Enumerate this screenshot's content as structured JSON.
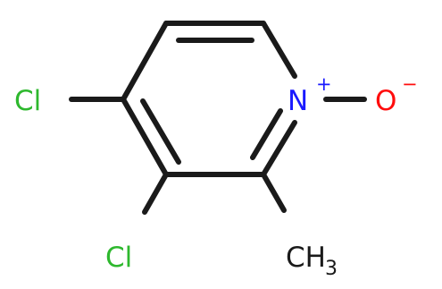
{
  "molecule": {
    "atoms": {
      "cl_top": {
        "symbol": "Cl",
        "color": "#2eb82e"
      },
      "cl_bottom": {
        "symbol": "Cl",
        "color": "#2eb82e"
      },
      "n_plus": {
        "symbol": "N",
        "charge": "+",
        "color": "#1a1aff"
      },
      "o_minus": {
        "symbol": "O",
        "charge": "−",
        "color": "#ff0d0d"
      },
      "methyl": {
        "symbol": "CH",
        "subscript": "3",
        "color": "#1a1a1a"
      }
    },
    "bond_color": "#1a1a1a"
  }
}
